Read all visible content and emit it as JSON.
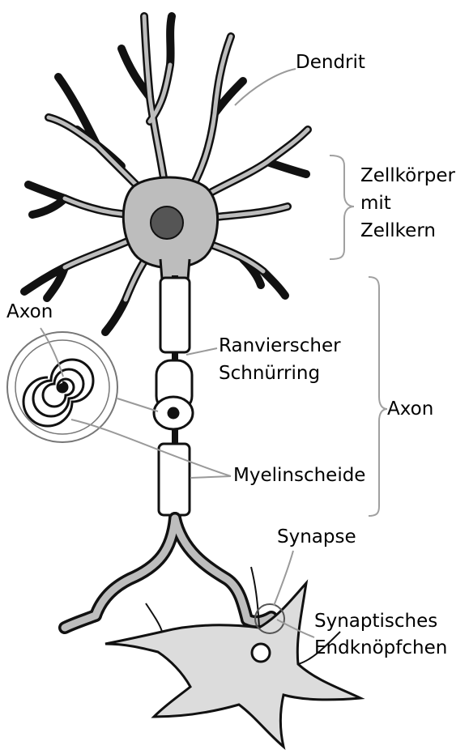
{
  "labels": {
    "dendrit": "Dendrit",
    "zellkoerper_line1": "Zellkörper",
    "zellkoerper_line2": "mit",
    "zellkoerper_line3": "Zellkern",
    "axon_inset": "Axon",
    "ranvier_line1": "Ranvierscher",
    "ranvier_line2": "Schnürring",
    "axon": "Axon",
    "myelinscheide": "Myelinscheide",
    "synapse": "Synapse",
    "endknoepfchen_line1": "Synaptisches",
    "endknoepfchen_line2": "Endknöpfchen"
  },
  "colors": {
    "ink": "#111111",
    "cytoplasm": "#bdbdbd",
    "light_gray": "#dcdcdc",
    "leader": "#9a9a9a",
    "nucleus": "#555555"
  }
}
